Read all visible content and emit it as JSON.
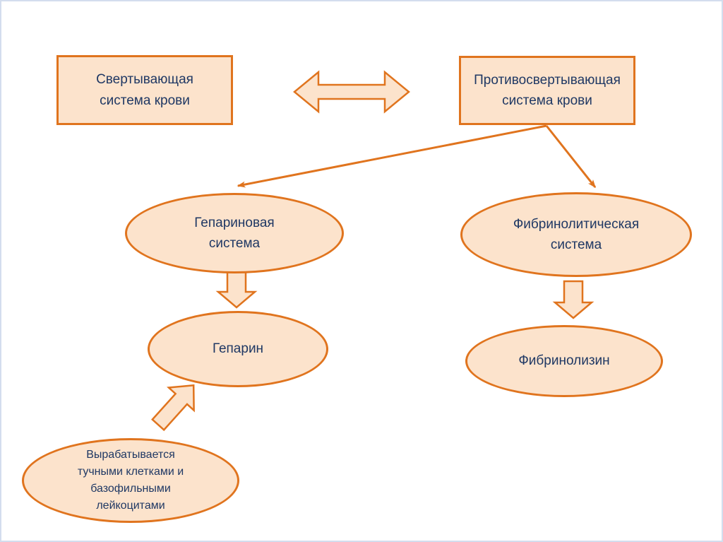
{
  "slide": {
    "background_color": "#ffffff",
    "frame_color": "#d3ddee"
  },
  "colors": {
    "shape_fill": "#fce3cc",
    "shape_outline": "#e0741e",
    "text": "#1f3864"
  },
  "diagram": {
    "nodes": [
      {
        "id": "coagulation-system",
        "shape": "rectangle",
        "label": "Свертывающая\nсистема крови"
      },
      {
        "id": "anticoagulation-system",
        "shape": "rectangle",
        "label": "Противосвертывающая\nсистема крови"
      },
      {
        "id": "heparin-system",
        "shape": "ellipse",
        "label": "Гепариновая\nсистема"
      },
      {
        "id": "fibrinolytic-system",
        "shape": "ellipse",
        "label": "Фибринолитическая\nсистема"
      },
      {
        "id": "heparin",
        "shape": "ellipse",
        "label": "Гепарин"
      },
      {
        "id": "fibrinolysin",
        "shape": "ellipse",
        "label": "Фибринолизин"
      },
      {
        "id": "heparin-source",
        "shape": "ellipse",
        "label": "Вырабатывается\nтучными клетками и\nбазофильными\nлейкоцитами"
      }
    ],
    "connectors": [
      {
        "type": "double-block-arrow",
        "between": [
          "coagulation-system",
          "anticoagulation-system"
        ]
      },
      {
        "type": "line-arrow",
        "from": "anticoagulation-system",
        "to": "heparin-system"
      },
      {
        "type": "line-arrow",
        "from": "anticoagulation-system",
        "to": "fibrinolytic-system"
      },
      {
        "type": "block-arrow-down",
        "from": "heparin-system",
        "to": "heparin"
      },
      {
        "type": "block-arrow-down",
        "from": "fibrinolytic-system",
        "to": "fibrinolysin"
      },
      {
        "type": "block-arrow-up-right",
        "from": "heparin-source",
        "to": "heparin"
      }
    ]
  }
}
